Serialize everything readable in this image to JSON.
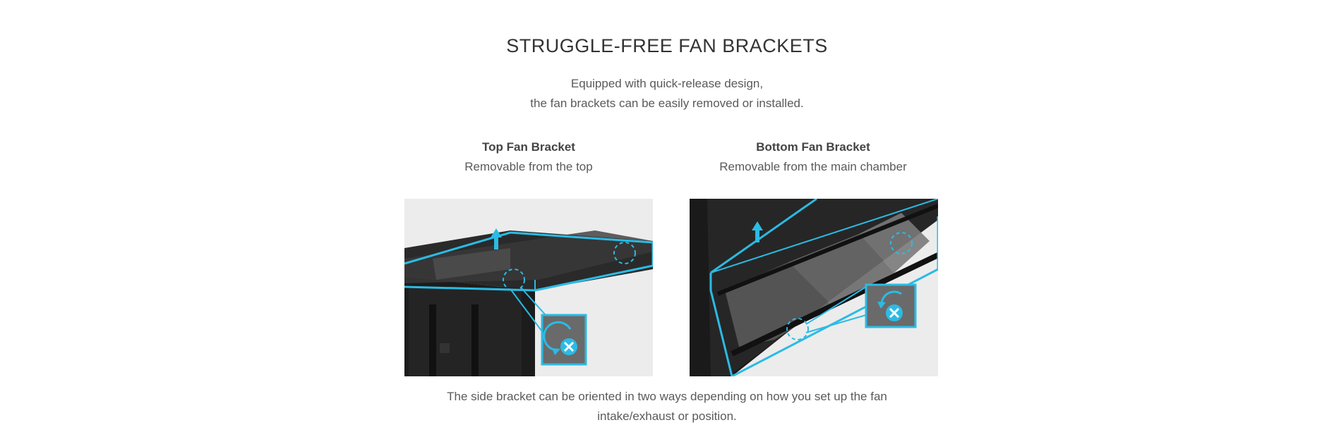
{
  "section": {
    "title": "STRUGGLE-FREE FAN BRACKETS",
    "intro_line1": "Equipped with quick-release design,",
    "intro_line2": "the fan brackets can be easily removed or installed."
  },
  "brackets": [
    {
      "title": "Top Fan Bracket",
      "subtitle": "Removable from the top",
      "image_icon": "top-fan-bracket-photo"
    },
    {
      "title": "Bottom Fan Bracket",
      "subtitle": "Removable from the main chamber",
      "image_icon": "bottom-fan-bracket-photo"
    }
  ],
  "footer": {
    "text": "The side bracket can be oriented in two ways depending on how you set up the fan intake/exhaust or position."
  },
  "colors": {
    "accent": "#2bbbe4",
    "image_background": "#ececec",
    "case_dark": "#1c1c1c"
  }
}
